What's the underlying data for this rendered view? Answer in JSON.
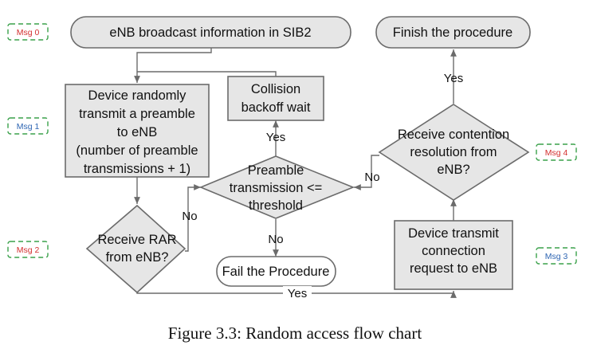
{
  "colors": {
    "node_fill": "#e6e6e6",
    "node_stroke": "#6b6b6b",
    "msg_border_green": "#3aa14a",
    "msg_red": "#d32f2f",
    "msg_blue": "#2f66b3"
  },
  "msg_labels": {
    "msg0": "Msg 0",
    "msg1": "Msg 1",
    "msg2": "Msg 2",
    "msg3": "Msg 3",
    "msg4": "Msg 4"
  },
  "nodes": {
    "broadcast": "eNB broadcast information in SIB2",
    "finish": "Finish the procedure",
    "transmit_preamble": [
      "Device randomly",
      "transmit a preamble",
      "to eNB",
      "(number of preamble",
      "transmissions + 1)"
    ],
    "collision": [
      "Collision",
      "backoff wait"
    ],
    "threshold": [
      "Preamble",
      "transmission <=",
      "threshold"
    ],
    "receive_rar": [
      "Receive RAR",
      "from eNB?"
    ],
    "fail": "Fail the Procedure",
    "contention": [
      "Receive contention",
      "resolution from",
      "eNB?"
    ],
    "conn_request": [
      "Device transmit",
      "connection",
      "request to eNB"
    ]
  },
  "edge_labels": {
    "finish_yes": "Yes",
    "collision_yes": "Yes",
    "threshold_no": "No",
    "rar_no": "No",
    "contention_no": "No",
    "rar_yes": "Yes"
  },
  "caption": "Figure 3.3: Random access flow chart"
}
